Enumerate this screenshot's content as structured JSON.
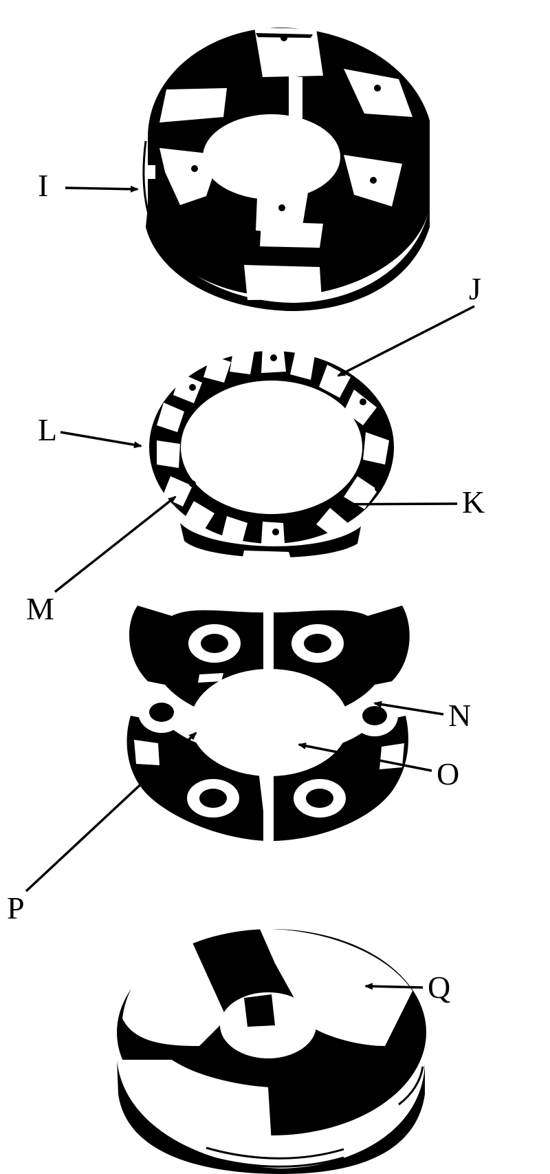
{
  "labels": {
    "I": "I",
    "J": "J",
    "K": "K",
    "L": "L",
    "M": "M",
    "N": "N",
    "O": "O",
    "P": "P",
    "Q": "Q"
  }
}
